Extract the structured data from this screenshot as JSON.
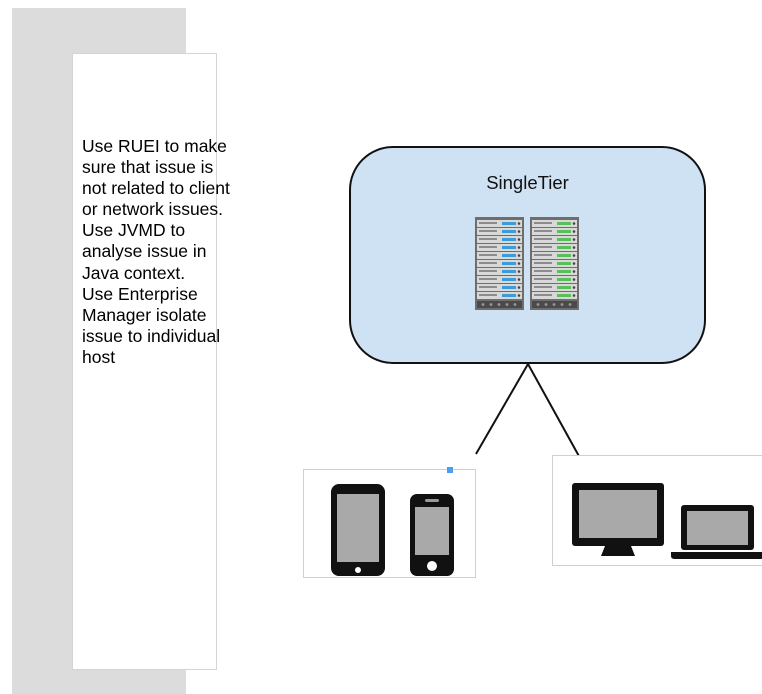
{
  "note": {
    "lines": [
      "Use RUEI to make",
      "sure that issue is",
      "not related to client",
      "or network issues.",
      "Use JVMD to",
      "analyse issue in",
      "Java context.",
      "Use Enterprise",
      "Manager isolate",
      "issue to individual",
      "host"
    ]
  },
  "tier": {
    "title": "SingleTier",
    "fill_color": "#cfe2f3",
    "icon": "server-rack-icon"
  },
  "clients": {
    "mobile_icons": [
      "tablet-icon",
      "smartphone-icon"
    ],
    "desktop_icons": [
      "desktop-monitor-icon",
      "laptop-icon"
    ]
  },
  "colors": {
    "rack_blue": "#3d9bd8",
    "rack_green": "#5cc05a",
    "selection_handle": "#4a9ff5"
  }
}
